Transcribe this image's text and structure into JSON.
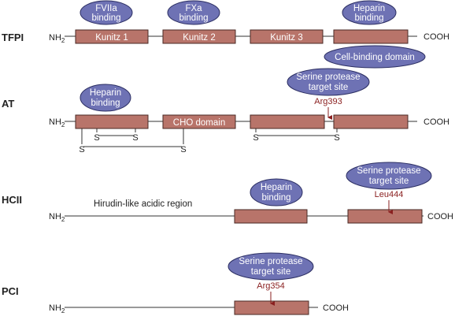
{
  "proteins": {
    "tfpi": {
      "name": "TFPI",
      "nterm": "NH",
      "nterm_sub": "2",
      "cterm": "COOH",
      "domains": [
        "Kunitz 1",
        "Kunitz 2",
        "Kunitz 3"
      ],
      "ovals": [
        [
          "FVIIa",
          "binding"
        ],
        [
          "FXa",
          "binding"
        ],
        [
          "Heparin",
          "binding"
        ]
      ],
      "cell_binding": "Cell-binding domain"
    },
    "at": {
      "name": "AT",
      "nterm": "NH",
      "nterm_sub": "2",
      "cterm": "COOH",
      "cho": "CHO domain",
      "heparin": [
        "Heparin",
        "binding"
      ],
      "target": [
        "Serine protease",
        "target site"
      ],
      "site": "Arg393",
      "s": "S"
    },
    "hcii": {
      "name": "HCII",
      "nterm": "NH",
      "nterm_sub": "2",
      "cterm": "COOH",
      "acidic": "Hirudin-like acidic region",
      "heparin": [
        "Heparin",
        "binding"
      ],
      "target": [
        "Serine protease",
        "target site"
      ],
      "site": "Leu444"
    },
    "pci": {
      "name": "PCI",
      "nterm": "NH",
      "nterm_sub": "2",
      "cterm": "COOH",
      "target": [
        "Serine protease",
        "target site"
      ],
      "site": "Arg354"
    }
  },
  "colors": {
    "domain_fill": "#b8746a",
    "domain_stroke": "#4a2a24",
    "oval_fill": "#6e72b4",
    "oval_stroke": "#2c2f63",
    "site_color": "#8a1f1f"
  }
}
